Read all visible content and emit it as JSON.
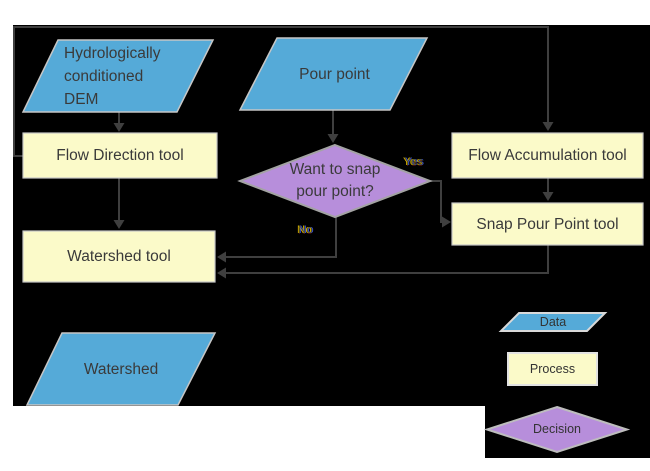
{
  "nodes": {
    "dem": {
      "label": "Hydrologically\nconditioned\nDEM",
      "type": "data"
    },
    "pour_point": {
      "label": "Pour point",
      "type": "data"
    },
    "flow_direction": {
      "label": "Flow Direction tool",
      "type": "process"
    },
    "flow_accumulation": {
      "label": "Flow Accumulation tool",
      "type": "process"
    },
    "snap_pour_point": {
      "label": "Snap Pour Point tool",
      "type": "process"
    },
    "decision": {
      "label": "Want to snap\npour point?",
      "type": "decision"
    },
    "watershed_tool": {
      "label": "Watershed tool",
      "type": "process"
    },
    "watershed": {
      "label": "Watershed",
      "type": "data"
    }
  },
  "edge_labels": {
    "yes": "Yes",
    "no": "No"
  },
  "legend": {
    "data": "Data",
    "process": "Process",
    "decision": "Decision"
  },
  "colors": {
    "page_background": "#ffffff",
    "diagram_background": "#000000",
    "data_fill": "#55aad8",
    "process_fill": "#fbfac9",
    "decision_fill": "#b78edb",
    "shape_border": "#c6c6c6",
    "connector": "#3f3f3f",
    "label_text": "#3a3a3a"
  }
}
